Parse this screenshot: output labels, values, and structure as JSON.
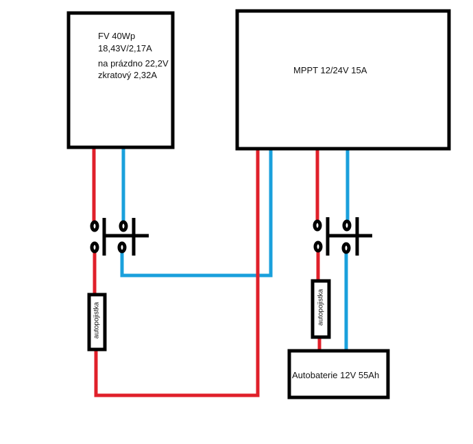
{
  "panel": {
    "lines": [
      "FV 40Wp",
      "18,43V/2,17A",
      "na prázdno 22,2V",
      "zkratový 2,32A"
    ]
  },
  "controller": {
    "label": "MPPT 12/24V 15A"
  },
  "fuse_left": {
    "label": "autopojistka"
  },
  "fuse_right": {
    "label": "autopojistka"
  },
  "battery": {
    "label": "Autobaterie 12V 55Ah"
  },
  "colors": {
    "positive": "#e0202a",
    "negative": "#1aa0dc",
    "outline": "#000000"
  }
}
